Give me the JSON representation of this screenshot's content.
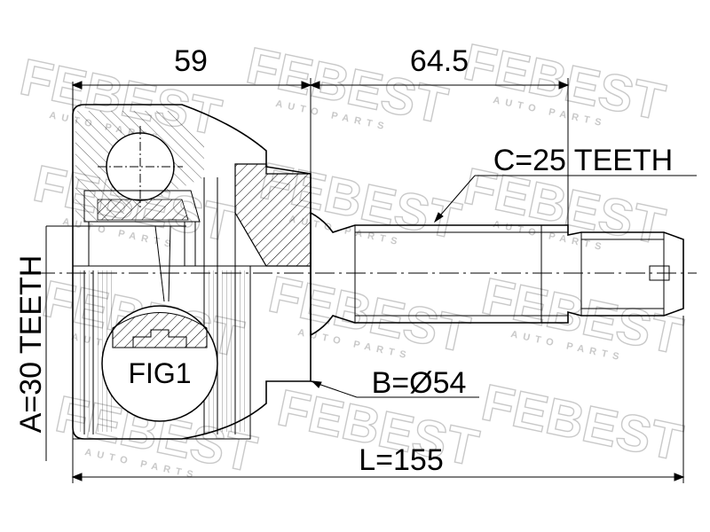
{
  "brand": {
    "watermark_text": "FEBEST",
    "watermark_sub": "AUTO PARTS"
  },
  "dimensions": {
    "top_left": "59",
    "top_right": "64.5",
    "overall_length": "L=155"
  },
  "labels": {
    "outer_spline": "C=25 TEETH",
    "abs_ring": "B=Ø54",
    "inner_spline": "A=30 TEETH",
    "figure_ref": "FIG1"
  }
}
